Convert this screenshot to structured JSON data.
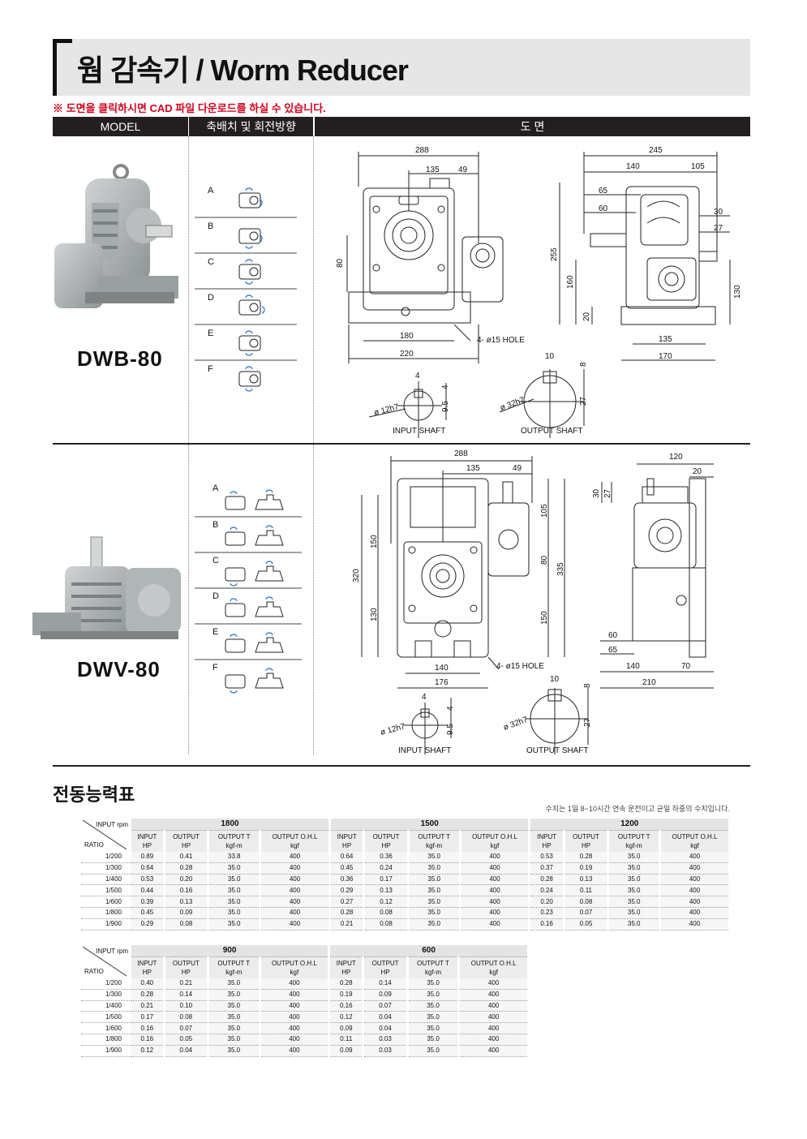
{
  "title": "웜 감속기 / Worm Reducer",
  "notice": "※ 도면을 클릭하시면 CAD 파일 다운로드를 하실 수 있습니다.",
  "header": {
    "model": "MODEL",
    "arrangement": "축배치 및 회전방향",
    "drawing": "도          면"
  },
  "models": [
    {
      "name": "DWB-80",
      "arrangements": [
        "A",
        "B",
        "C",
        "D",
        "E",
        "F"
      ],
      "dims": {
        "d288": "288",
        "d135": "135",
        "d49": "49",
        "d80": "80",
        "d180": "180",
        "d220": "220",
        "hole": "4- ø15 HOLE",
        "d245": "245",
        "d140": "140",
        "d105": "105",
        "d65": "65",
        "d60": "60",
        "d30": "30",
        "d27": "27",
        "d255": "255",
        "d160": "160",
        "d20": "20",
        "d130": "130",
        "d135b": "135",
        "d170": "170",
        "in4": "4",
        "in4b": "4",
        "in95": "9.5",
        "in_dia": "ø 12h7",
        "in_label": "INPUT SHAFT",
        "out10": "10",
        "out8": "8",
        "out27": "27",
        "out_dia": "ø 32h7",
        "out_label": "OUTPUT SHAFT"
      }
    },
    {
      "name": "DWV-80",
      "arrangements": [
        "A",
        "B",
        "C",
        "D",
        "E",
        "F"
      ],
      "dims": {
        "d288": "288",
        "d135": "135",
        "d49": "49",
        "d150": "150",
        "d320": "320",
        "d130": "130",
        "d105": "105",
        "d80": "80",
        "d335": "335",
        "d150b": "150",
        "d140": "140",
        "d176": "176",
        "hole": "4- ø15 HOLE",
        "d120": "120",
        "d20": "20",
        "d30": "30",
        "d27": "27",
        "d60": "60",
        "d65": "65",
        "d140b": "140",
        "d70": "70",
        "d210": "210",
        "in4": "4",
        "in4b": "4",
        "in95": "9.5",
        "in_dia": "ø 12h7",
        "in_label": "INPUT SHAFT",
        "out10": "10",
        "out8": "8",
        "out27": "27",
        "out_dia": "ø 32h7",
        "out_label": "OUTPUT SHAFT"
      }
    }
  ],
  "performance": {
    "title": "전동능력표",
    "note": "수치는 1일 8~10시간 연속 운전이고 균일 하중의 수치입니다.",
    "corner_top": "INPUT rpm",
    "corner_bottom": "RATIO",
    "sub_headers": [
      [
        "INPUT",
        "HP"
      ],
      [
        "OUTPUT",
        "HP"
      ],
      [
        "OUTPUT T",
        "kgf-m"
      ],
      [
        "OUTPUT O.H.L",
        "kgf"
      ]
    ],
    "ratios": [
      "1/200",
      "1/300",
      "1/400",
      "1/500",
      "1/600",
      "1/800",
      "1/900"
    ],
    "table1": [
      {
        "rpm": "1800",
        "rows": [
          [
            "0.89",
            "0.41",
            "33.8",
            "400"
          ],
          [
            "0.64",
            "0.28",
            "35.0",
            "400"
          ],
          [
            "0.53",
            "0.20",
            "35.0",
            "400"
          ],
          [
            "0.44",
            "0.16",
            "35.0",
            "400"
          ],
          [
            "0.39",
            "0.13",
            "35.0",
            "400"
          ],
          [
            "0.45",
            "0.09",
            "35.0",
            "400"
          ],
          [
            "0.29",
            "0.08",
            "35.0",
            "400"
          ]
        ]
      },
      {
        "rpm": "1500",
        "rows": [
          [
            "0.64",
            "0.36",
            "35.0",
            "400"
          ],
          [
            "0.45",
            "0.24",
            "35.0",
            "400"
          ],
          [
            "0.36",
            "0.17",
            "35.0",
            "400"
          ],
          [
            "0.29",
            "0.13",
            "35.0",
            "400"
          ],
          [
            "0.27",
            "0.12",
            "35.0",
            "400"
          ],
          [
            "0.28",
            "0.08",
            "35.0",
            "400"
          ],
          [
            "0.21",
            "0.08",
            "35.0",
            "400"
          ]
        ]
      },
      {
        "rpm": "1200",
        "rows": [
          [
            "0.53",
            "0.28",
            "35.0",
            "400"
          ],
          [
            "0.37",
            "0.19",
            "35.0",
            "400"
          ],
          [
            "0.28",
            "0.13",
            "35.0",
            "400"
          ],
          [
            "0.24",
            "0.11",
            "35.0",
            "400"
          ],
          [
            "0.20",
            "0.08",
            "35.0",
            "400"
          ],
          [
            "0.23",
            "0.07",
            "35.0",
            "400"
          ],
          [
            "0.16",
            "0.05",
            "35.0",
            "400"
          ]
        ]
      }
    ],
    "table2": [
      {
        "rpm": "900",
        "rows": [
          [
            "0.40",
            "0.21",
            "35.0",
            "400"
          ],
          [
            "0.28",
            "0.14",
            "35.0",
            "400"
          ],
          [
            "0.21",
            "0.10",
            "35.0",
            "400"
          ],
          [
            "0.17",
            "0.08",
            "35.0",
            "400"
          ],
          [
            "0.16",
            "0.07",
            "35.0",
            "400"
          ],
          [
            "0.16",
            "0.05",
            "35.0",
            "400"
          ],
          [
            "0.12",
            "0.04",
            "35.0",
            "400"
          ]
        ]
      },
      {
        "rpm": "600",
        "rows": [
          [
            "0.28",
            "0.14",
            "35.0",
            "400"
          ],
          [
            "0.19",
            "0.09",
            "35.0",
            "400"
          ],
          [
            "0.16",
            "0.07",
            "35.0",
            "400"
          ],
          [
            "0.12",
            "0.04",
            "35.0",
            "400"
          ],
          [
            "0.09",
            "0.04",
            "35.0",
            "400"
          ],
          [
            "0.11",
            "0.03",
            "35.0",
            "400"
          ],
          [
            "0.09",
            "0.03",
            "35.0",
            "400"
          ]
        ]
      }
    ]
  }
}
